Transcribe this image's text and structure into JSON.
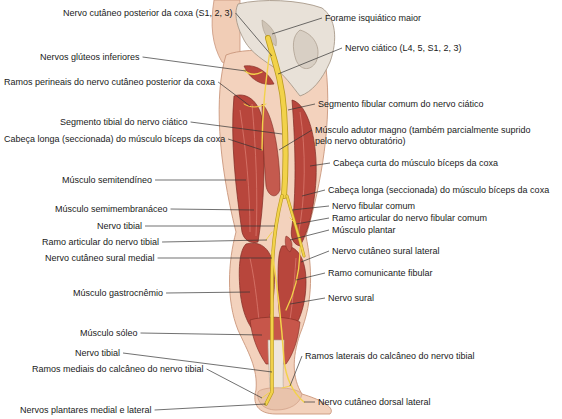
{
  "diagram": {
    "labels": [
      "Nervo cutâneo posterior da coxa (S1, 2, 3)",
      "Nervos glúteos inferiores",
      "Ramos perineais do nervo cutâneo posterior da coxa",
      "Segmento tibial do nervo ciático",
      "Cabeça longa (seccionada) do músculo bíceps da coxa",
      "Músculo semitendíneo",
      "Músculo semimembranáceo",
      "Nervo tibial",
      "Ramo articular do nervo tibial",
      "Nervo cutâneo sural medial",
      "Músculo gastrocnêmio",
      "Músculo sóleo",
      "Nervo tibial",
      "Ramos mediais do calcâneo do nervo tibial",
      "Nervos plantares medial e lateral",
      "Forame isquiático maior",
      "Nervo ciático (L4, 5, S1, 2, 3)",
      "Segmento fibular comum do nervo ciático",
      "Músculo adutor magno (também parcialmente suprido pelo nervo obturatório)",
      "Cabeça curta do músculo bíceps da coxa",
      "Cabeça longa (seccionada) do músculo bíceps da coxa",
      "Nervo fibular comum",
      "Ramo articular do nervo fibular comum",
      "Músculo plantar",
      "Nervo cutâneo sural lateral",
      "Ramo comunicante fibular",
      "Nervo sural",
      "Ramos laterais do calcâneo do nervo tibial",
      "Nervo cutâneo dorsal lateral"
    ]
  }
}
